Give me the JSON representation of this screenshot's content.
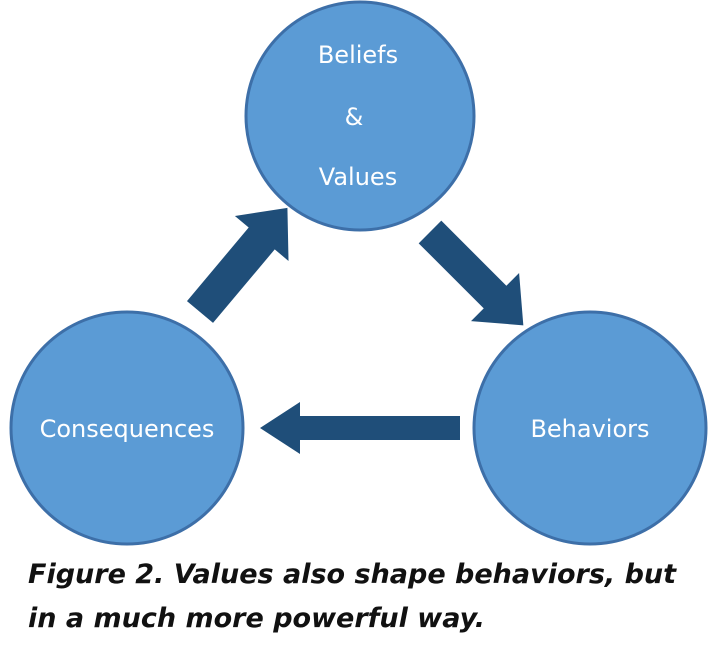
{
  "colors": {
    "node_fill": "#5b9bd5",
    "node_stroke": "#3d6fa8",
    "arrow_fill": "#1f4e79",
    "node_text": "#ffffff",
    "caption_text": "#111111"
  },
  "nodes": {
    "beliefs_values": {
      "line1": "Beliefs",
      "line2": "&",
      "line3": "Values"
    },
    "behaviors": {
      "label": "Behaviors"
    },
    "consequences": {
      "label": "Consequences"
    }
  },
  "caption": {
    "line1": "Figure 2. Values also shape behaviors, but",
    "line2": "in a much more powerful way."
  }
}
